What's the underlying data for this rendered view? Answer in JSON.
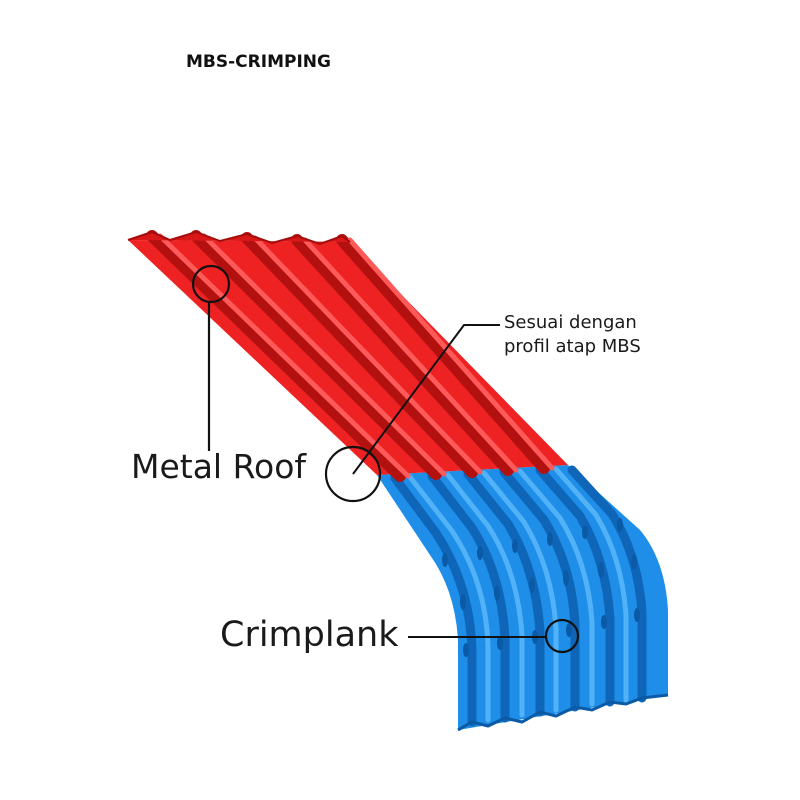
{
  "title": "MBS-CRIMPING",
  "labels": {
    "metal_roof": "Metal Roof",
    "crimplank": "Crimplank",
    "note_line1": "Sesuai dengan",
    "note_line2": "profil atap MBS"
  },
  "colors": {
    "metal_roof_red": "#ee2222",
    "crimplank_blue": "#1e8ee8",
    "callout_line": "#111111"
  },
  "icons": [
    "callout-circle-icon"
  ]
}
